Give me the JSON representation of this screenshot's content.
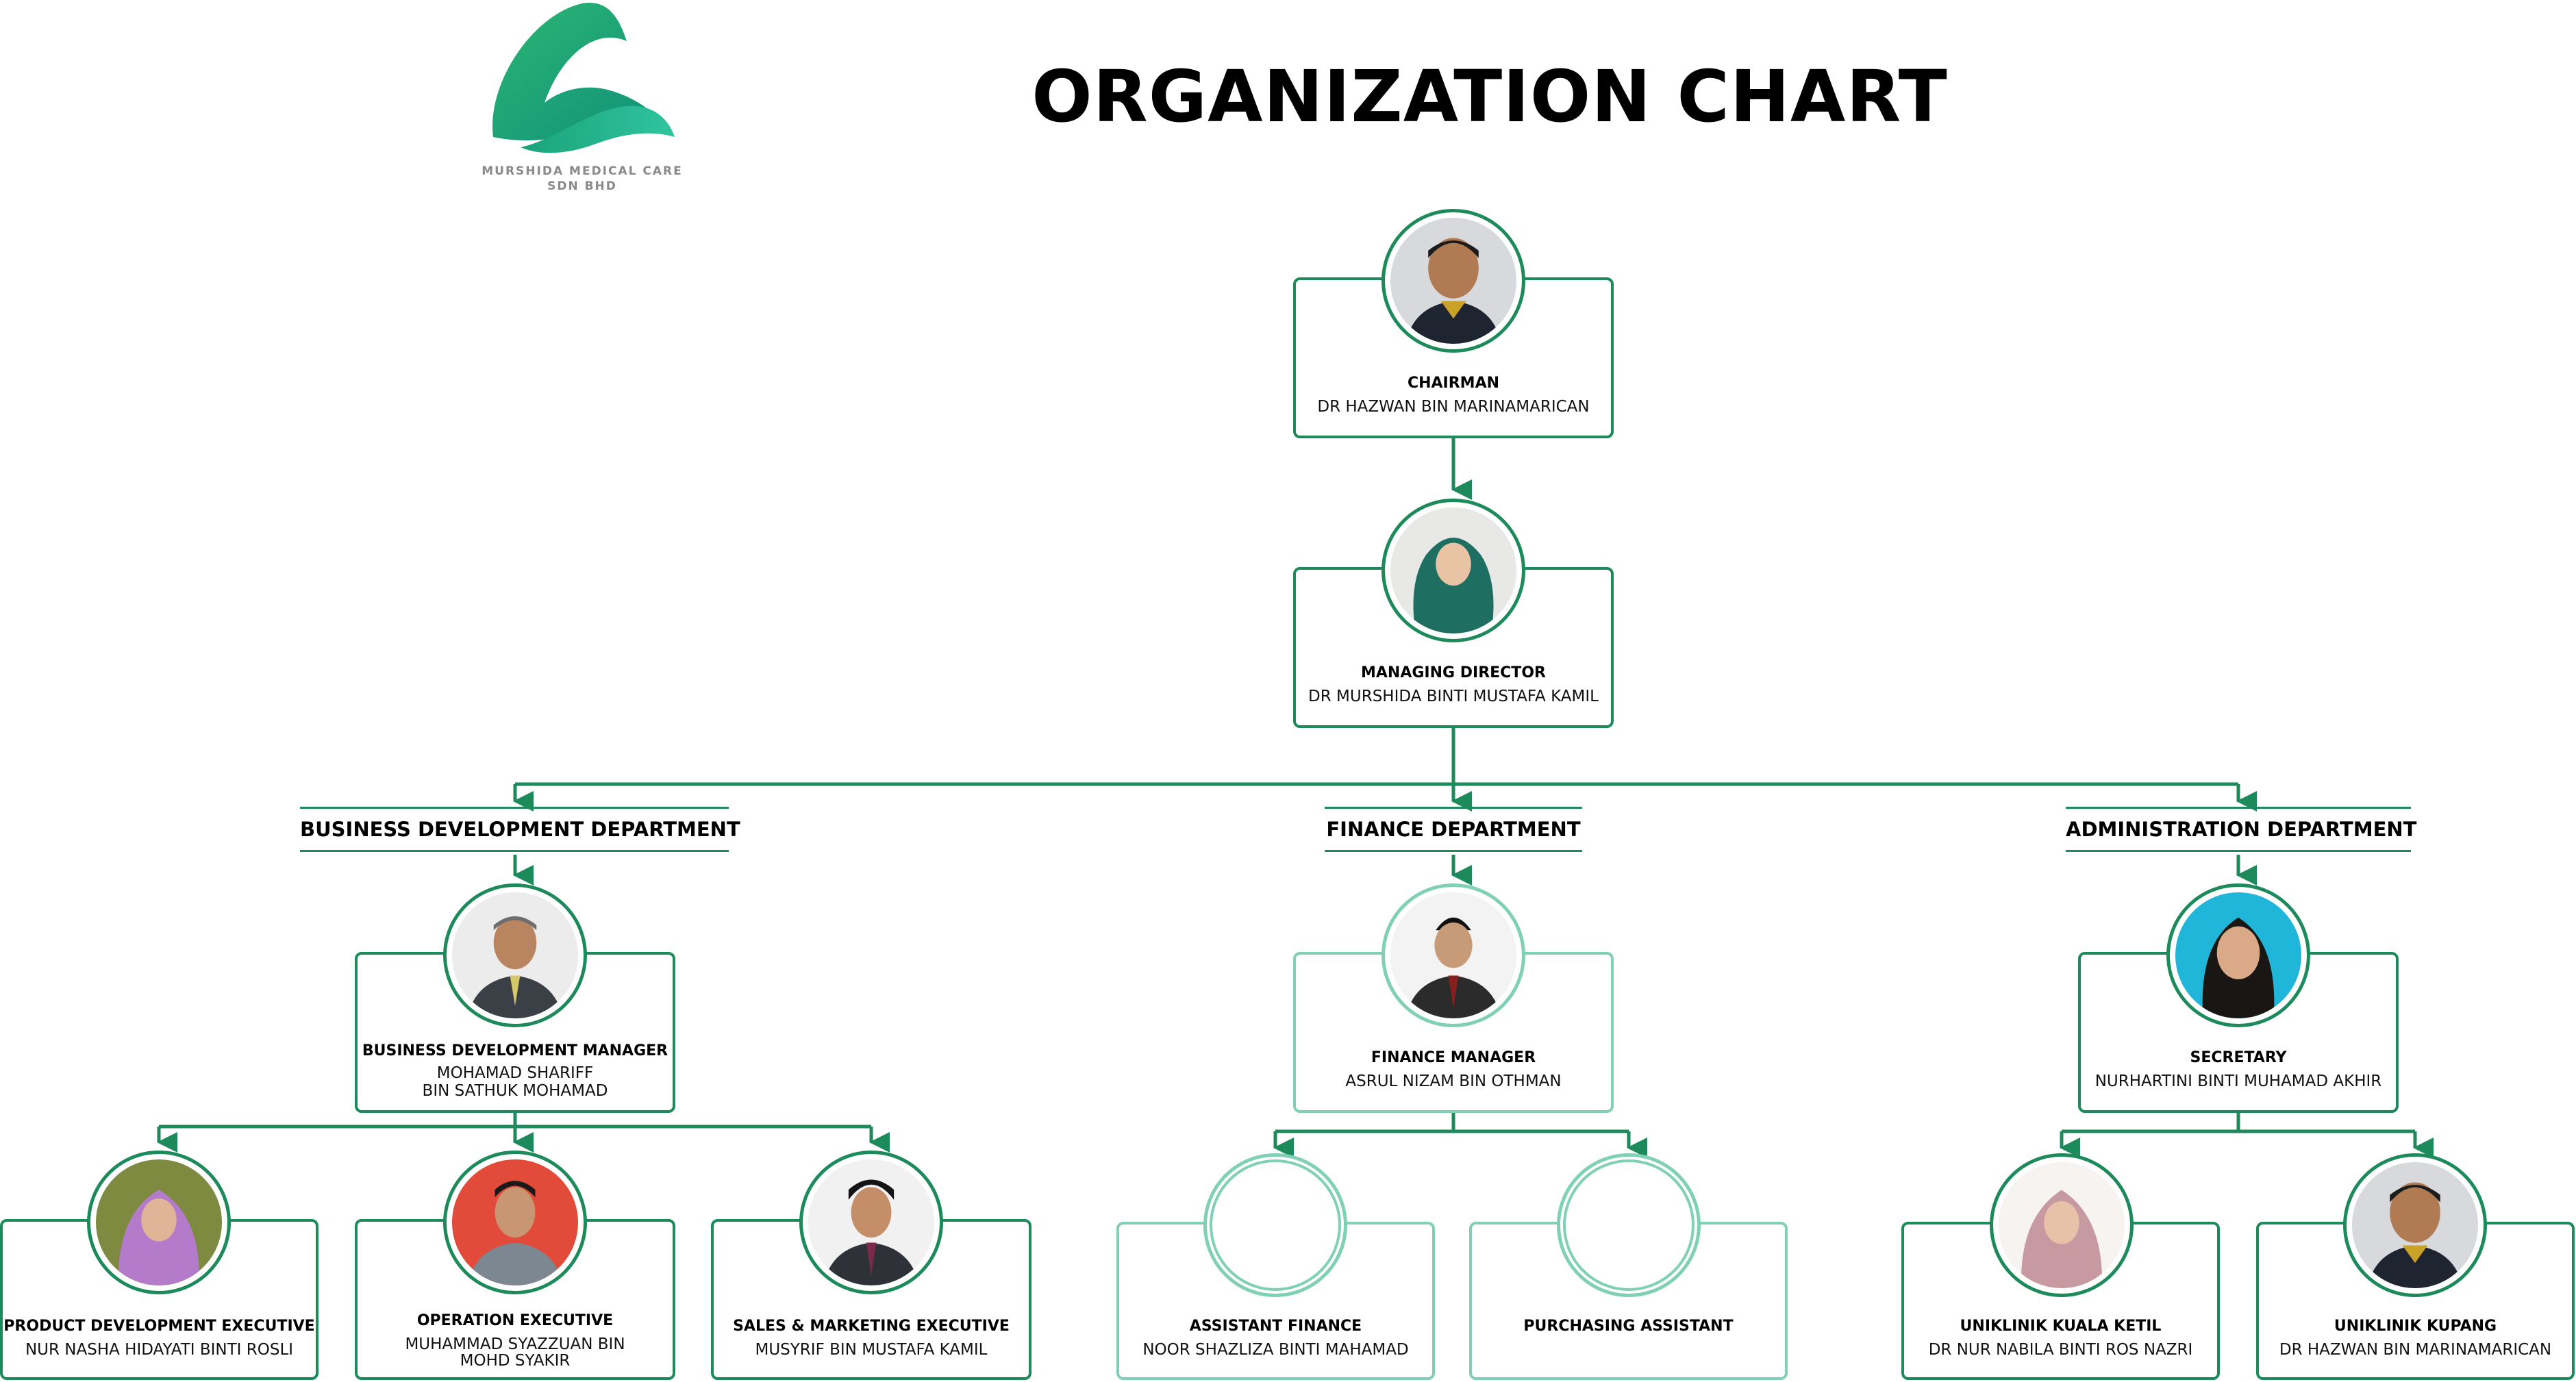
{
  "colors": {
    "primary": "#1d8a5c",
    "light": "#7fd0b4",
    "title": "#000000"
  },
  "logo": {
    "name": "MURSHIDA MEDICAL CARE",
    "suffix": "SDN BHD"
  },
  "title": "ORGANIZATION CHART",
  "departments": {
    "business": "BUSINESS DEVELOPMENT DEPARTMENT",
    "finance": "FINANCE DEPARTMENT",
    "administration": "ADMINISTRATION DEPARTMENT"
  },
  "people": {
    "chairman": {
      "role": "CHAIRMAN",
      "name": "DR HAZWAN BIN MARINAMARICAN"
    },
    "md": {
      "role": "MANAGING DIRECTOR",
      "name": "DR MURSHIDA BINTI MUSTAFA KAMIL"
    },
    "bdm": {
      "role": "BUSINESS DEVELOPMENT MANAGER",
      "name1": "MOHAMAD SHARIFF",
      "name2": "BIN SATHUK MOHAMAD"
    },
    "fm": {
      "role": "FINANCE MANAGER",
      "name": "ASRUL NIZAM BIN OTHMAN"
    },
    "sec": {
      "role": "SECRETARY",
      "name": "NURHARTINI BINTI MUHAMAD AKHIR"
    },
    "pde": {
      "role": "PRODUCT DEVELOPMENT EXECUTIVE",
      "name": "NUR NASHA HIDAYATI BINTI ROSLI"
    },
    "oe": {
      "role": "OPERATION EXECUTIVE",
      "name1": "MUHAMMAD SYAZZUAN BIN",
      "name2": "MOHD SYAKIR"
    },
    "sme": {
      "role": "SALES & MARKETING EXECUTIVE",
      "name": "MUSYRIF BIN MUSTAFA KAMIL"
    },
    "af": {
      "role": "ASSISTANT FINANCE",
      "name": "NOOR SHAZLIZA BINTI MAHAMAD"
    },
    "pa": {
      "role": "PURCHASING ASSISTANT",
      "name": ""
    },
    "ukk": {
      "role": "UNIKLINIK KUALA KETIL",
      "name": "DR NUR NABILA BINTI ROS NAZRI"
    },
    "uku": {
      "role": "UNIKLINIK KUPANG",
      "name": "DR HAZWAN BIN MARINAMARICAN"
    }
  }
}
